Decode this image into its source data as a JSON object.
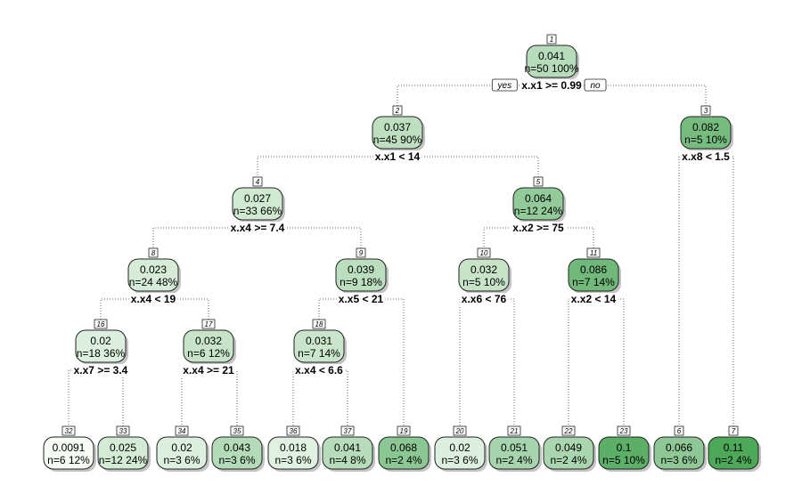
{
  "yes_label": "yes",
  "no_label": "no",
  "fill_scale": {
    "low": "#f7fcf5",
    "high": "#4da85a",
    "min": 0.0091,
    "max": 0.11
  },
  "nodes": [
    {
      "id": "1",
      "value": "0.041",
      "info": "n=50  100%"
    },
    {
      "id": "2",
      "value": "0.037",
      "info": "n=45  90%"
    },
    {
      "id": "3",
      "value": "0.082",
      "info": "n=5  10%"
    },
    {
      "id": "4",
      "value": "0.027",
      "info": "n=33  66%"
    },
    {
      "id": "5",
      "value": "0.064",
      "info": "n=12  24%"
    },
    {
      "id": "8",
      "value": "0.023",
      "info": "n=24  48%"
    },
    {
      "id": "9",
      "value": "0.039",
      "info": "n=9  18%"
    },
    {
      "id": "10",
      "value": "0.032",
      "info": "n=5  10%"
    },
    {
      "id": "11",
      "value": "0.086",
      "info": "n=7  14%"
    },
    {
      "id": "16",
      "value": "0.02",
      "info": "n=18  36%"
    },
    {
      "id": "17",
      "value": "0.032",
      "info": "n=6  12%"
    },
    {
      "id": "18",
      "value": "0.031",
      "info": "n=7  14%"
    },
    {
      "id": "32",
      "value": "0.0091",
      "info": "n=6  12%"
    },
    {
      "id": "33",
      "value": "0.025",
      "info": "n=12  24%"
    },
    {
      "id": "34",
      "value": "0.02",
      "info": "n=3  6%"
    },
    {
      "id": "35",
      "value": "0.043",
      "info": "n=3  6%"
    },
    {
      "id": "36",
      "value": "0.018",
      "info": "n=3  6%"
    },
    {
      "id": "37",
      "value": "0.041",
      "info": "n=4  8%"
    },
    {
      "id": "19",
      "value": "0.068",
      "info": "n=2  4%"
    },
    {
      "id": "20",
      "value": "0.02",
      "info": "n=3  6%"
    },
    {
      "id": "21",
      "value": "0.051",
      "info": "n=2  4%"
    },
    {
      "id": "22",
      "value": "0.049",
      "info": "n=2  4%"
    },
    {
      "id": "23",
      "value": "0.1",
      "info": "n=5  10%"
    },
    {
      "id": "6",
      "value": "0.066",
      "info": "n=3  6%"
    },
    {
      "id": "7",
      "value": "0.11",
      "info": "n=2  4%"
    }
  ],
  "splits": [
    {
      "node": "1",
      "rule": "x.x1 >= 0.99",
      "left": "2",
      "right": "3"
    },
    {
      "node": "2",
      "rule": "x.x1 < 14",
      "left": "4",
      "right": "5"
    },
    {
      "node": "3",
      "rule": "x.x8 < 1.5",
      "left": "6",
      "right": "7"
    },
    {
      "node": "4",
      "rule": "x.x4 >= 7.4",
      "left": "8",
      "right": "9"
    },
    {
      "node": "5",
      "rule": "x.x2 >= 75",
      "left": "10",
      "right": "11"
    },
    {
      "node": "8",
      "rule": "x.x4 < 19",
      "left": "16",
      "right": "17"
    },
    {
      "node": "9",
      "rule": "x.x5 < 21",
      "left": "18",
      "right": "19"
    },
    {
      "node": "10",
      "rule": "x.x6 < 76",
      "left": "20",
      "right": "21"
    },
    {
      "node": "11",
      "rule": "x.x2 < 14",
      "left": "22",
      "right": "23"
    },
    {
      "node": "16",
      "rule": "x.x7 >= 3.4",
      "left": "32",
      "right": "33"
    },
    {
      "node": "17",
      "rule": "x.x4 >= 21",
      "left": "34",
      "right": "35"
    },
    {
      "node": "18",
      "rule": "x.x4 < 6.6",
      "left": "36",
      "right": "37"
    }
  ]
}
